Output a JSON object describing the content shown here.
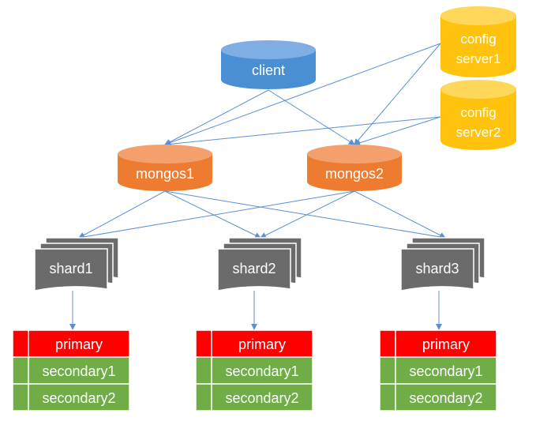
{
  "colors": {
    "client": "#4a8ed3",
    "mongos": "#ed7b30",
    "config": "#ffc20d",
    "shard": "#6b6b6b",
    "primary": "#ff0000",
    "secondary": "#70ad47",
    "arrow": "#5b8fd6"
  },
  "nodes": {
    "client": "client",
    "config_server1": {
      "line1": "config",
      "line2": "server1"
    },
    "config_server2": {
      "line1": "config",
      "line2": "server2"
    },
    "mongos1": "mongos1",
    "mongos2": "mongos2",
    "shard1": "shard1",
    "shard2": "shard2",
    "shard3": "shard3"
  },
  "replica_sets": [
    {
      "primary": "primary",
      "secondary1": "secondary1",
      "secondary2": "secondary2"
    },
    {
      "primary": "primary",
      "secondary1": "secondary1",
      "secondary2": "secondary2"
    },
    {
      "primary": "primary",
      "secondary1": "secondary1",
      "secondary2": "secondary2"
    }
  ],
  "edges": [
    [
      "client",
      "mongos1"
    ],
    [
      "client",
      "mongos2"
    ],
    [
      "config_server1",
      "mongos1"
    ],
    [
      "config_server1",
      "mongos2"
    ],
    [
      "config_server2",
      "mongos1"
    ],
    [
      "config_server2",
      "mongos2"
    ],
    [
      "mongos1",
      "shard1"
    ],
    [
      "mongos1",
      "shard2"
    ],
    [
      "mongos1",
      "shard3"
    ],
    [
      "mongos2",
      "shard1"
    ],
    [
      "mongos2",
      "shard2"
    ],
    [
      "mongos2",
      "shard3"
    ],
    [
      "shard1",
      "rs1"
    ],
    [
      "shard2",
      "rs2"
    ],
    [
      "shard3",
      "rs3"
    ]
  ]
}
